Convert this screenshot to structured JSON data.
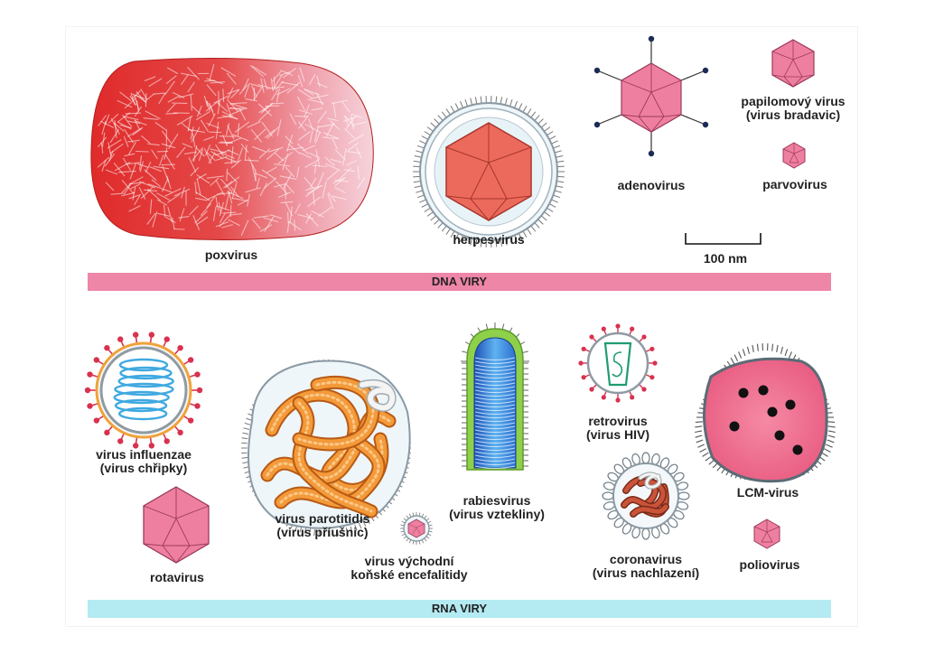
{
  "sections": {
    "dna": {
      "title": "DNA VIRY",
      "color": "#ee86a8"
    },
    "rna": {
      "title": "RNA VIRY",
      "color": "#b4eaf2"
    }
  },
  "labels": {
    "poxvirus": "poxvirus",
    "herpesvirus": "herpesvirus",
    "adenovirus": "adenovirus",
    "papilloma_1": "papilomový virus",
    "papilloma_2": "(virus bradavic)",
    "parvovirus": "parvovirus",
    "scale": "100 nm",
    "influenza_1": "virus influenzae",
    "influenza_2": "(virus chřipky)",
    "parotitidis_1": "virus parotitidis",
    "parotitidis_2": "(virus příušnic)",
    "rabies_1": "rabiesvirus",
    "rabies_2": "(virus vztekliny)",
    "retrovirus_1": "retrovirus",
    "retrovirus_2": "(virus HIV)",
    "lcm": "LCM-virus",
    "rotavirus": "rotavirus",
    "eee_1": "virus východní",
    "eee_2": "koňské encefalitidy",
    "corona_1": "coronavirus",
    "corona_2": "(virus nachlazení)",
    "polio": "poliovirus"
  },
  "colors": {
    "pox_red": "#e03a3a",
    "herpes_capsid": "#ec6a5c",
    "icosa_pink": "#ef7fa0",
    "envelope_gray": "#8f9ba3",
    "spike_red": "#d8324f",
    "influenza_rna": "#3fa9e0",
    "paramyxo_orange": "#f39a3a",
    "rabies_blue": "#2f7fd6",
    "rabies_green": "#8fd04a",
    "lcm_pink": "#ee6f8f",
    "corona_core": "#b5452e"
  }
}
